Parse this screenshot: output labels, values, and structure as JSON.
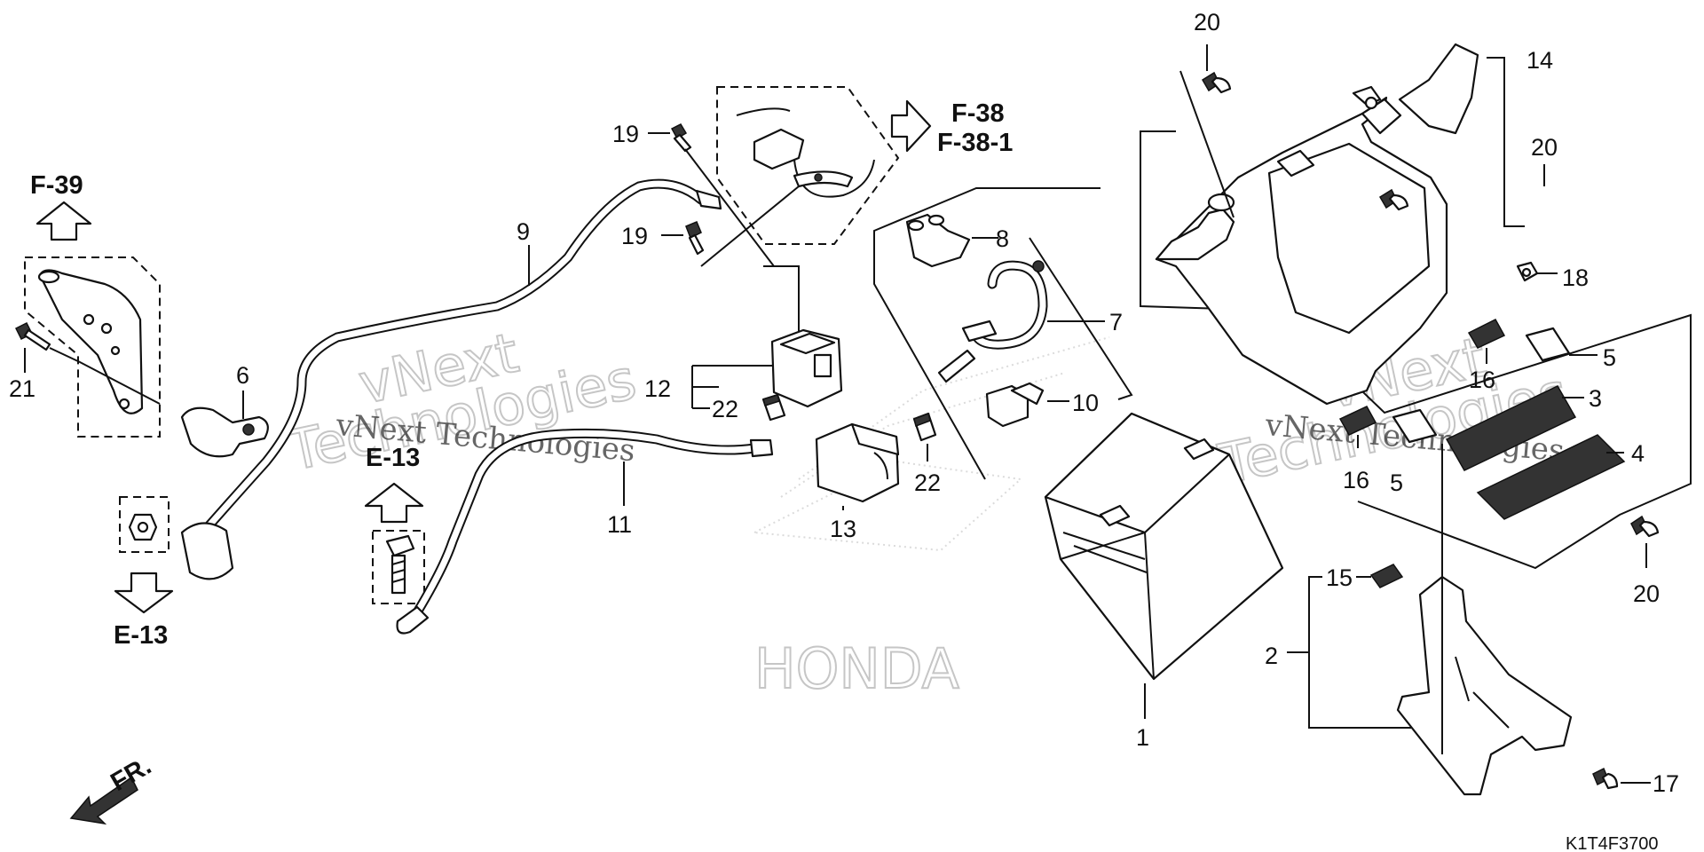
{
  "callouts": {
    "c1": "1",
    "c2": "2",
    "c3": "3",
    "c4": "4",
    "c5a": "5",
    "c5b": "5",
    "c6": "6",
    "c7": "7",
    "c8": "8",
    "c9": "9",
    "c10": "10",
    "c11": "11",
    "c12": "12",
    "c13": "13",
    "c14": "14",
    "c15": "15",
    "c16a": "16",
    "c16b": "16",
    "c17": "17",
    "c18": "18",
    "c19a": "19",
    "c19b": "19",
    "c20a": "20",
    "c20b": "20",
    "c20c": "20",
    "c21": "21",
    "c22a": "22",
    "c22b": "22"
  },
  "references": {
    "f39": "F-39",
    "f38": "F-38",
    "f38_1": "F-38-1",
    "e13_top": "E-13",
    "e13_bottom": "E-13",
    "front": "FR."
  },
  "diagram_code": "K1T4F3700",
  "watermarks": {
    "text_left": "vNext Technologies",
    "text_right": "vNext Technologies",
    "big_left_1": "vNext",
    "big_left_2": "Technologies",
    "big_right_1": "vNext",
    "big_right_2": "Technologies",
    "brand": "HONDA"
  }
}
